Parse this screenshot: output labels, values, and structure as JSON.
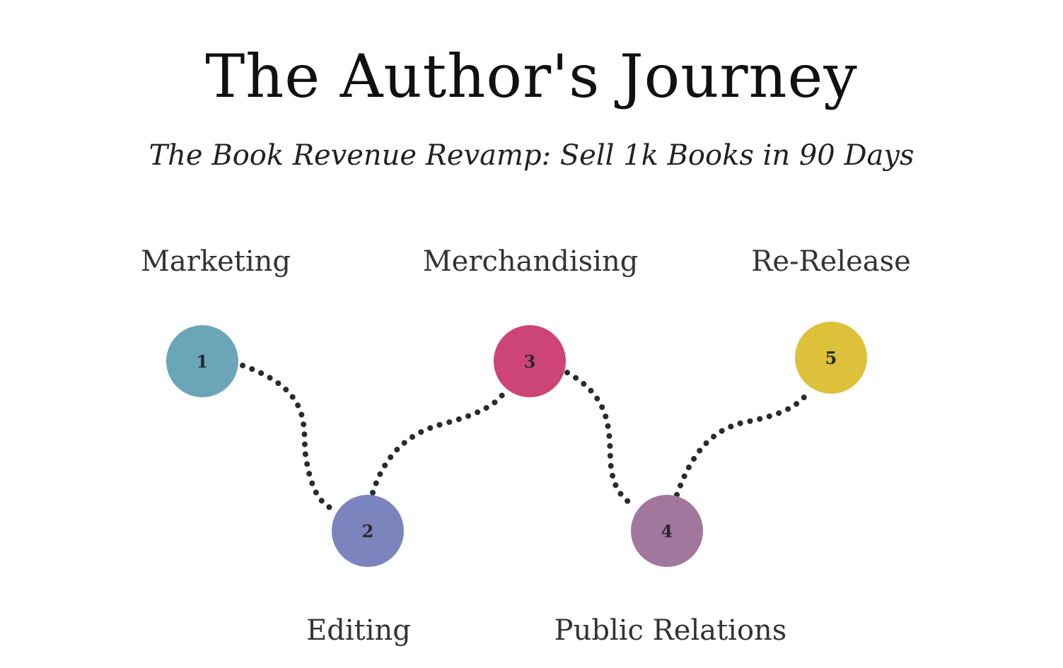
{
  "header": {
    "title": "The Author's Journey",
    "subtitle": "The Book Revenue Revamp: Sell 1k Books in 90 Days"
  },
  "steps": [
    {
      "number": "1",
      "label": "Marketing",
      "color": "#6aa6b8"
    },
    {
      "number": "2",
      "label": "Editing",
      "color": "#7b84bd"
    },
    {
      "number": "3",
      "label": "Merchandising",
      "color": "#cc4576"
    },
    {
      "number": "4",
      "label": "Public Relations",
      "color": "#a2779e"
    },
    {
      "number": "5",
      "label": "Re-Release",
      "color": "#ddc13b"
    }
  ],
  "connector_color": "#2b2b2b"
}
